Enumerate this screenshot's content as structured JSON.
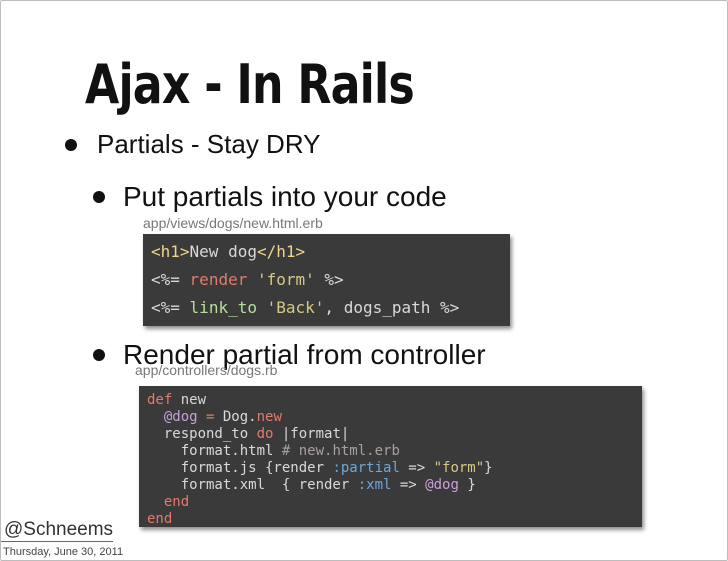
{
  "slide": {
    "title": "Ajax - In Rails",
    "bullet1": "Partials - Stay DRY",
    "bullet2": "Put partials into your code",
    "caption1": "app/views/dogs/new.html.erb",
    "bullet3": "Render partial from controller",
    "caption2": "app/controllers/dogs.rb",
    "handle": "@Schneems",
    "date": "Thursday, June 30, 2011"
  },
  "code1": {
    "line1": {
      "open_tag": "<h1>",
      "text": "New dog",
      "close_tag": "</h1>"
    },
    "line2": {
      "open": "<%=",
      "call": "render",
      "arg": "'form'",
      "close": "%>"
    },
    "line3": {
      "open": "<%=",
      "call": "link_to",
      "arg": "'Back'",
      "rest": ", dogs_path",
      "close": "%>"
    }
  },
  "code2": {
    "l1": {
      "kw": "def",
      "name": " new"
    },
    "l2": {
      "indent": "  ",
      "ivar": "@dog",
      "op": " = ",
      "cls": "Dog.",
      "call": "new"
    },
    "l3": {
      "indent": "  ",
      "text": "respond_to ",
      "kw": "do",
      "block": " |format|"
    },
    "l4": {
      "indent": "    ",
      "text": "format.html ",
      "comment": "# new.html.erb"
    },
    "l5": {
      "indent": "    ",
      "text": "format.js {render ",
      "sym": ":partial",
      "arrow": " => ",
      "str": "\"form\"",
      "end": "}"
    },
    "l6": {
      "indent": "    ",
      "text": "format.xml  { render ",
      "sym": ":xml",
      "arrow": " => ",
      "ivar": "@dog",
      "end": " }"
    },
    "l7": {
      "indent": "  ",
      "kw": "end"
    },
    "l8": {
      "kw": "end"
    }
  }
}
